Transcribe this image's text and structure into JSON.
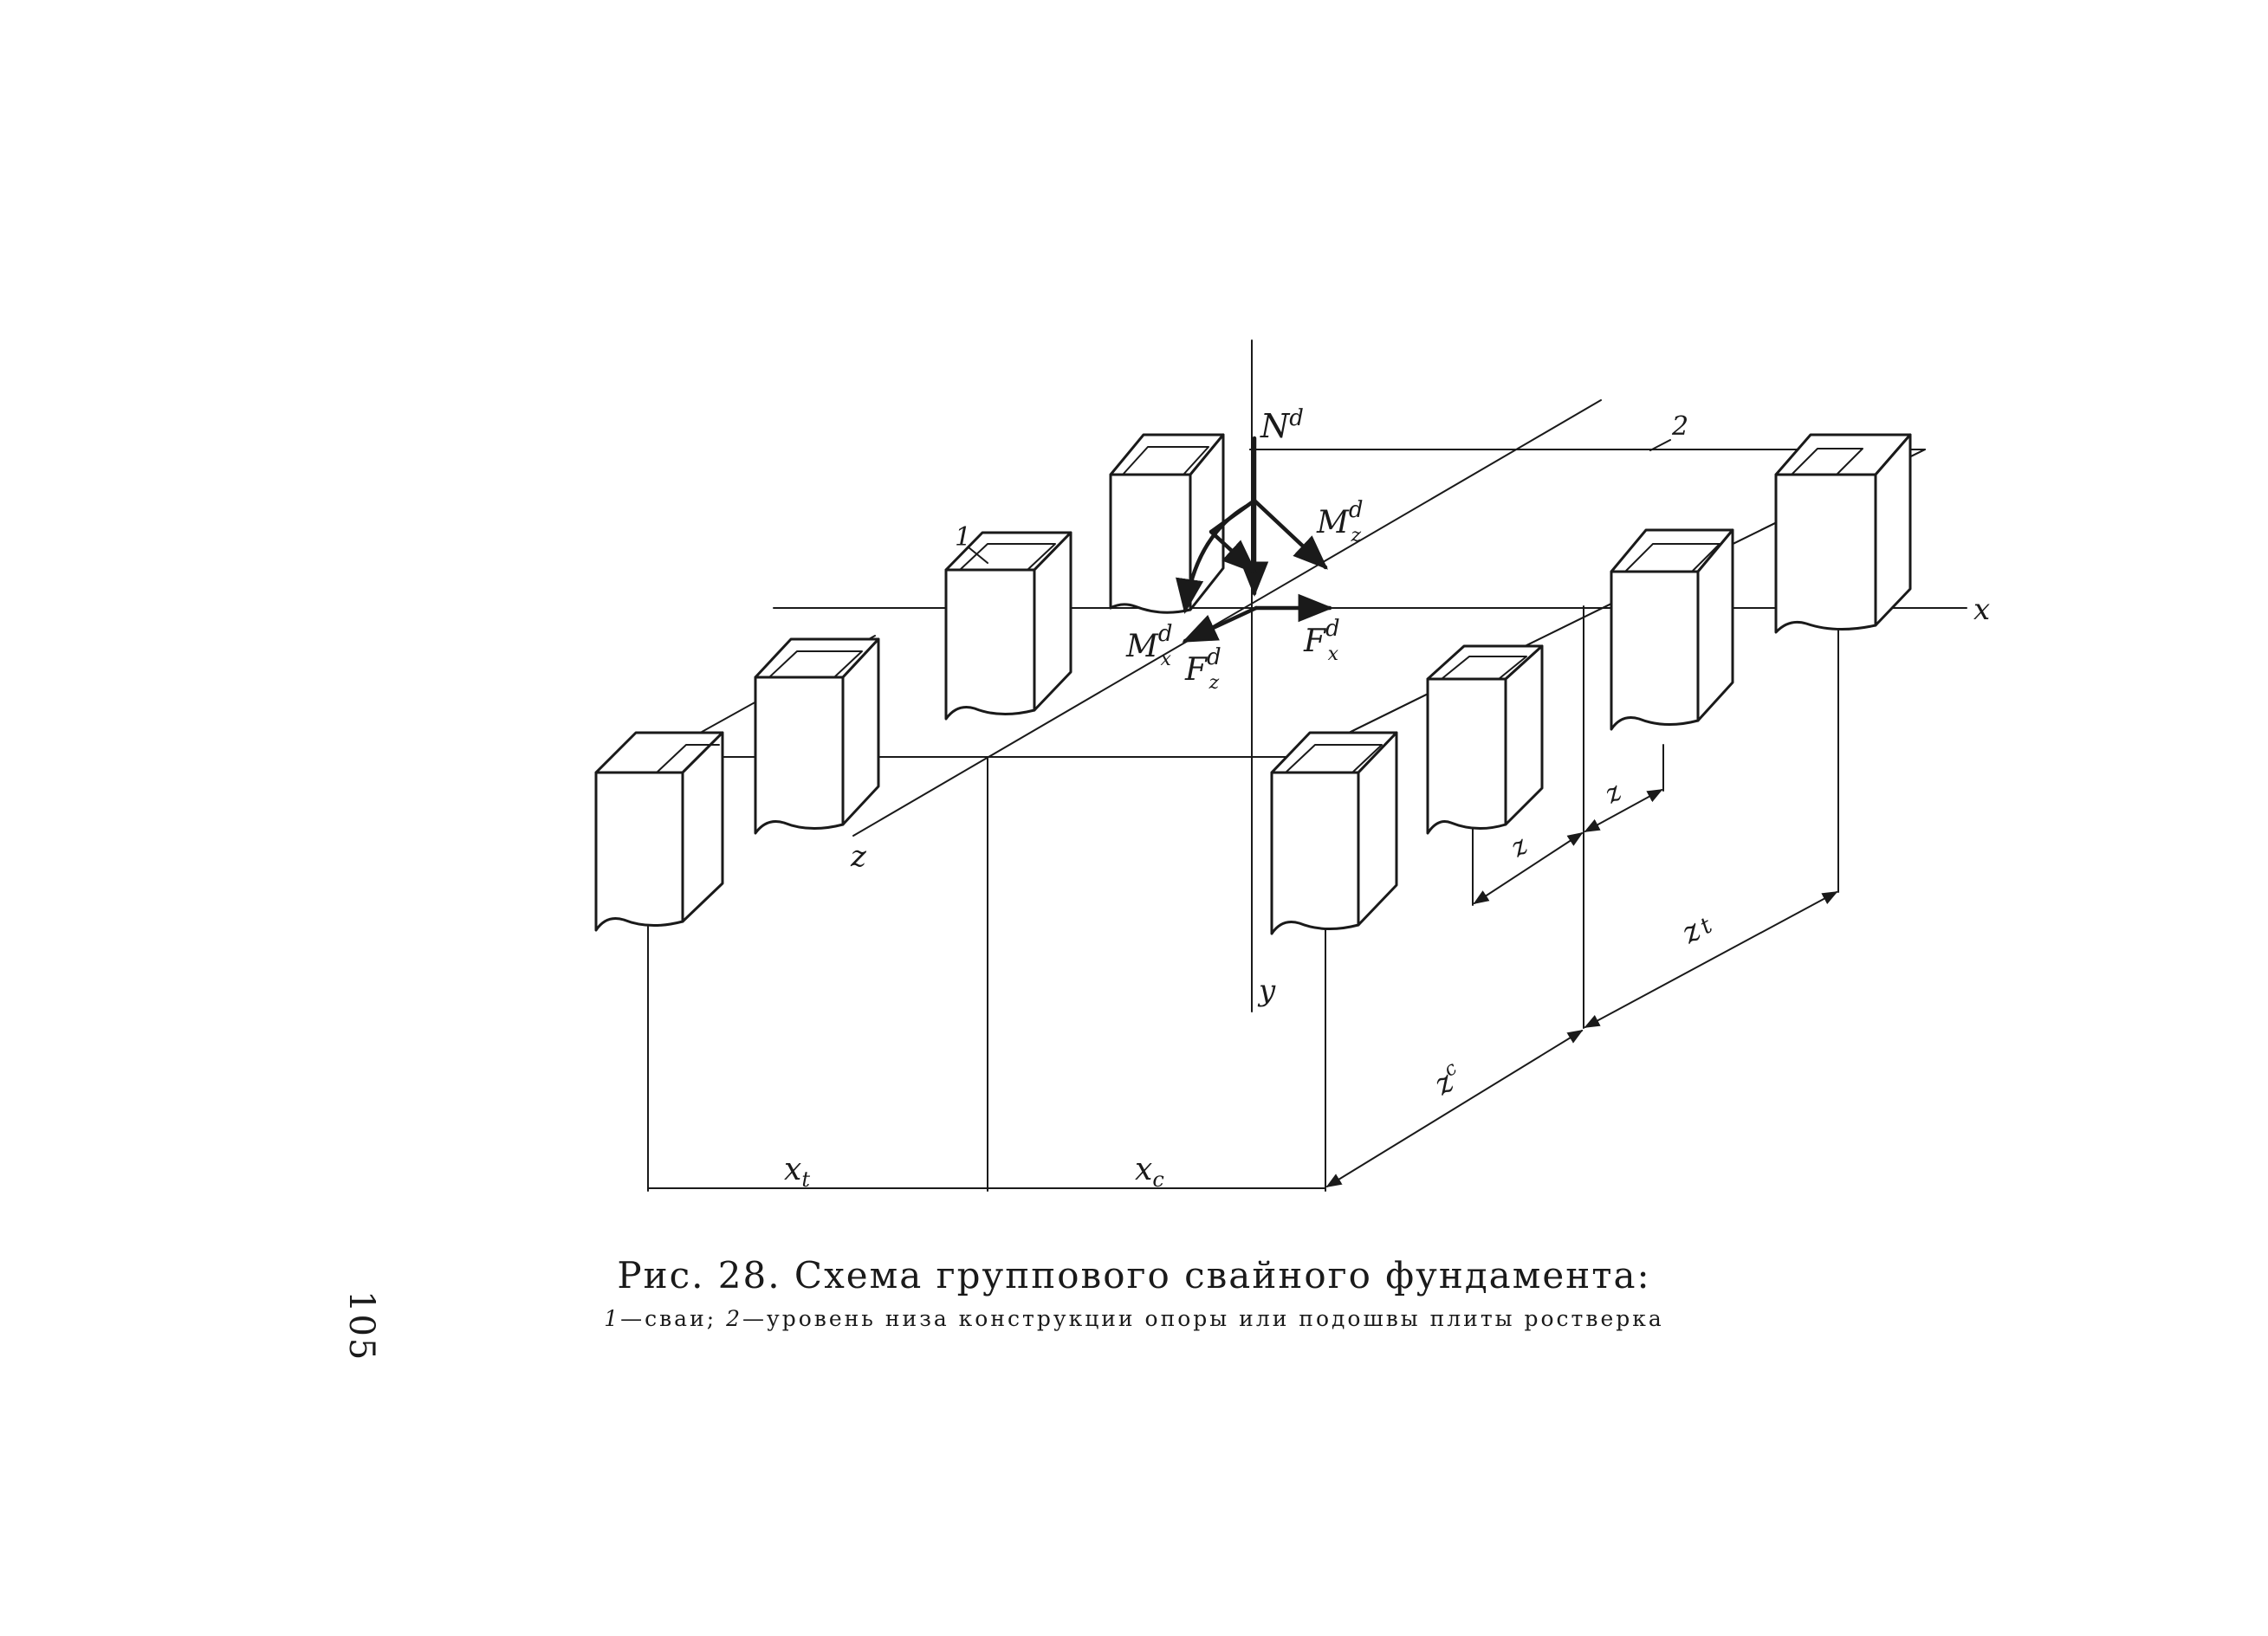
{
  "figure": {
    "axes": {
      "x": "x",
      "y": "y",
      "z": "z"
    },
    "loads": {
      "vertical_force": "N",
      "moment_z": "M",
      "moment_x": "M",
      "force_x": "F",
      "force_z": "F",
      "sup": "d",
      "sub_z": "z",
      "sub_x": "x"
    },
    "callouts": {
      "piles": "1",
      "base_level": "2"
    },
    "dimensions": {
      "x_tension": "x",
      "x_tension_sub": "t",
      "x_compression": "x",
      "x_compression_sub": "c",
      "z_compression": "z",
      "z_compression_sup": "c",
      "z_tension": "z",
      "z_tension_sub": "t",
      "z_spacing_1": "z",
      "z_spacing_2": "z"
    }
  },
  "caption": {
    "title": "Рис. 28.  Схема группового свайного фундамента:",
    "legend_1_num": "1",
    "legend_1_text": "—сваи; ",
    "legend_2_num": "2",
    "legend_2_text": "—уровень низа конструкции опоры или подошвы плиты ростверка"
  },
  "page_number": "105"
}
